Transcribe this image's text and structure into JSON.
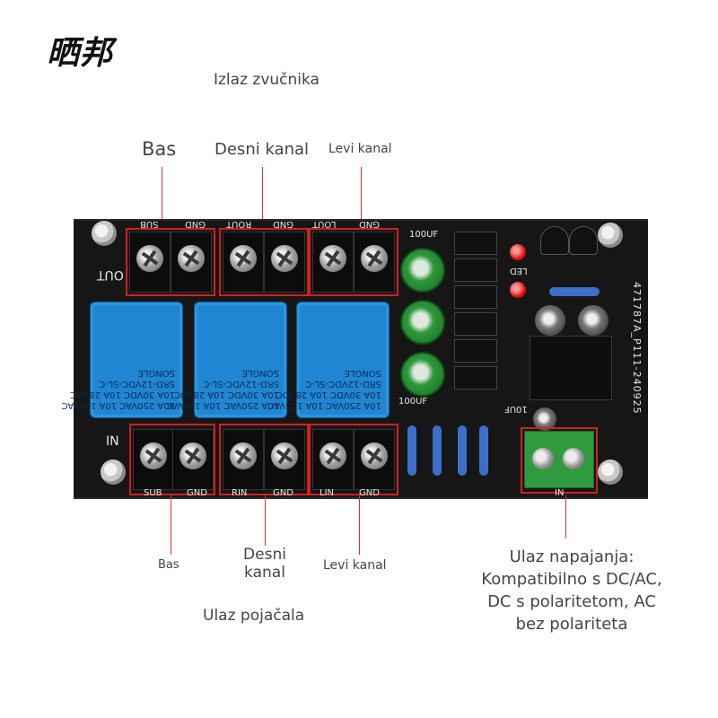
{
  "brand": "晒邦",
  "labels": {
    "speaker_output": "Izlaz zvučnika",
    "top_bass": "Bas",
    "top_right": "Desni kanal",
    "top_left": "Levi kanal",
    "bottom_bass": "Bas",
    "bottom_right_line1": "Desni",
    "bottom_right_line2": "kanal",
    "bottom_left": "Levi kanal",
    "amp_input": "Ulaz pojačala",
    "power_line1": "Ulaz napajanja:",
    "power_line2": "Kompatibilno s DC/AC,",
    "power_line3": "DC s polaritetom, AC",
    "power_line4": "bez polariteta"
  },
  "board": {
    "top_pins": [
      "SUB",
      "GND",
      "ROUT",
      "GND",
      "LOUT",
      "GND"
    ],
    "bottom_pins": [
      "SUB",
      "GND",
      "RIN",
      "GND",
      "LIN",
      "GND"
    ],
    "out_label": "OUT",
    "in_label": "IN",
    "cap_label_top": "100UF",
    "cap_label_bottom": "100UF",
    "cap_label_small": "10UF",
    "led_label": "LED",
    "power_label": "IN",
    "part_number": "471787A_P111-240925",
    "relay_text": "10A 250VAC 10A 125VAC\n10A 30VDC 10A 28VDC\nSRD-12VDC-SL-C\nSONGLE"
  }
}
